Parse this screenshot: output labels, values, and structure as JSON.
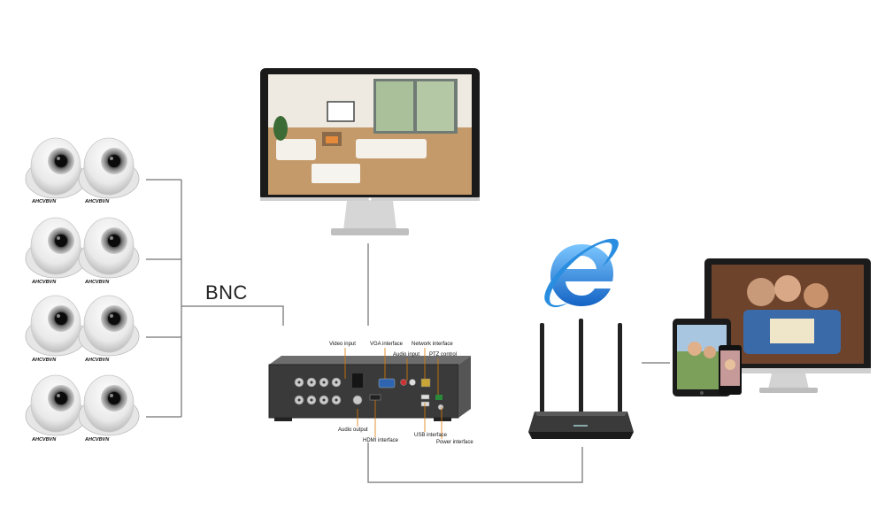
{
  "connection_label": "BNC",
  "camera_brand": "AHCVBVN",
  "dvr_ports": {
    "video_input": "Video input",
    "vga_interface": "VGA interface",
    "network_interface": "Network interface",
    "audio_input": "Audio input",
    "ptz_control": "PTZ control",
    "audio_output": "Audio output",
    "hdmi_interface": "HDMI interface",
    "usb_interface": "USB interface",
    "power_interface": "Power interface"
  },
  "colors": {
    "line": "#8a8a8a",
    "ie_blue": "#2a8ee0",
    "router": "#2a2a2a"
  },
  "icons": [
    "dome-camera-icon",
    "monitor-icon",
    "dvr-icon",
    "router-icon",
    "internet-explorer-icon",
    "laptop-icon",
    "tablet-icon",
    "phone-icon"
  ]
}
